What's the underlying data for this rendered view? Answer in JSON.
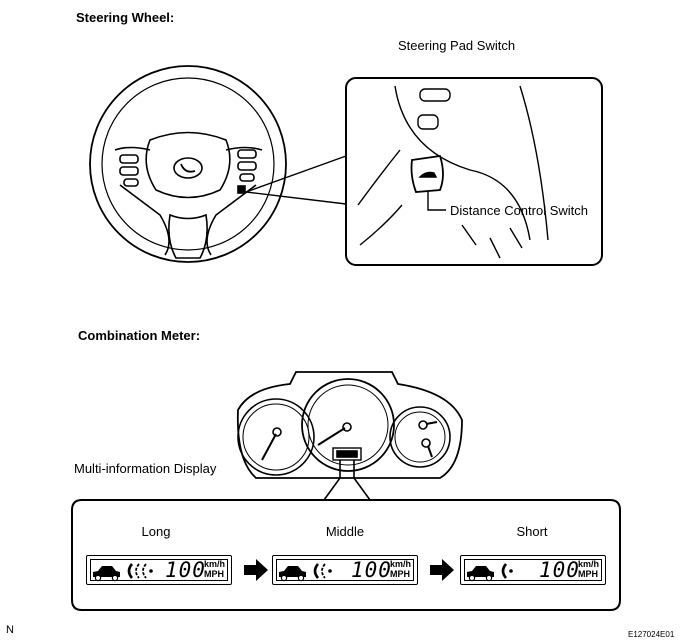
{
  "sections": {
    "steering_wheel": "Steering Wheel:",
    "combination_meter": "Combination Meter:"
  },
  "callouts": {
    "steering_pad_switch": "Steering Pad Switch",
    "distance_control_switch": "Distance Control Switch",
    "multi_information_display": "Multi-information Display"
  },
  "displays": [
    {
      "label": "Long",
      "speed": "100",
      "unit_top": "km/h",
      "unit_bottom": "MPH",
      "bars": 3
    },
    {
      "label": "Middle",
      "speed": "100",
      "unit_top": "km/h",
      "unit_bottom": "MPH",
      "bars": 2
    },
    {
      "label": "Short",
      "speed": "100",
      "unit_top": "km/h",
      "unit_bottom": "MPH",
      "bars": 1
    }
  ],
  "corner": {
    "left": "N",
    "right": "E127024E01"
  }
}
